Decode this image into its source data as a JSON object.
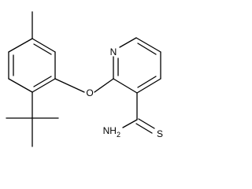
{
  "molecule": {
    "atoms": {
      "nitrogen": "N",
      "oxygen": "O",
      "amine": "NH2",
      "amine_main": "NH",
      "amine_sub": "2",
      "sulfur": "S"
    },
    "colors": {
      "bond": "#000000",
      "label": "#000000",
      "background": "#ffffff"
    }
  }
}
